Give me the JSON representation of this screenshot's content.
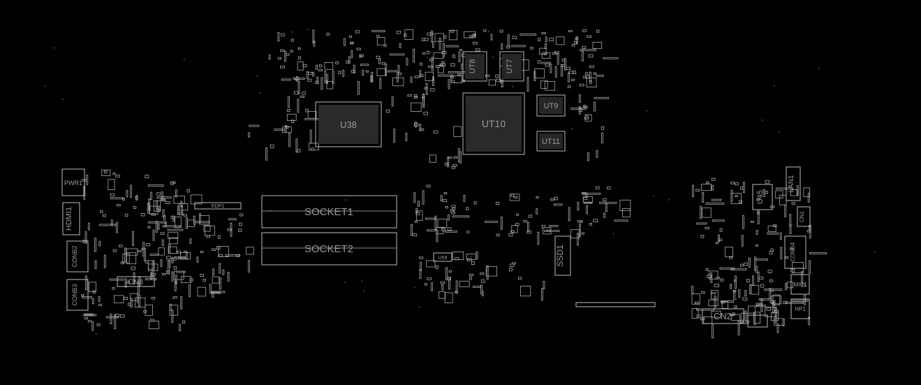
{
  "board": {
    "background": "#000000",
    "line_color": "#bdbdbd",
    "label_color": "#9a9a9a",
    "accent_color": "#c0392b"
  },
  "components": {
    "u38": "U38",
    "u10": "UT10",
    "u8": "UT8",
    "u7": "UT7",
    "u9": "UT9",
    "u11": "UT11",
    "socket1": "SOCKET1",
    "socket2": "SOCKET2",
    "ssd1": "SSD1",
    "pwr1": "PWR1",
    "hdmi1": "HDMI1",
    "conb2": "CONB2",
    "conb3": "CONB3",
    "cn8": "CN8",
    "edp1": "EDP1",
    "u59": "U59",
    "u45": "U45",
    "lan1": "LAN1",
    "cn1": "CN1",
    "conb4": "CONB4",
    "mic1": "MIC1",
    "hp1": "HP1",
    "cn2": "CN2"
  }
}
